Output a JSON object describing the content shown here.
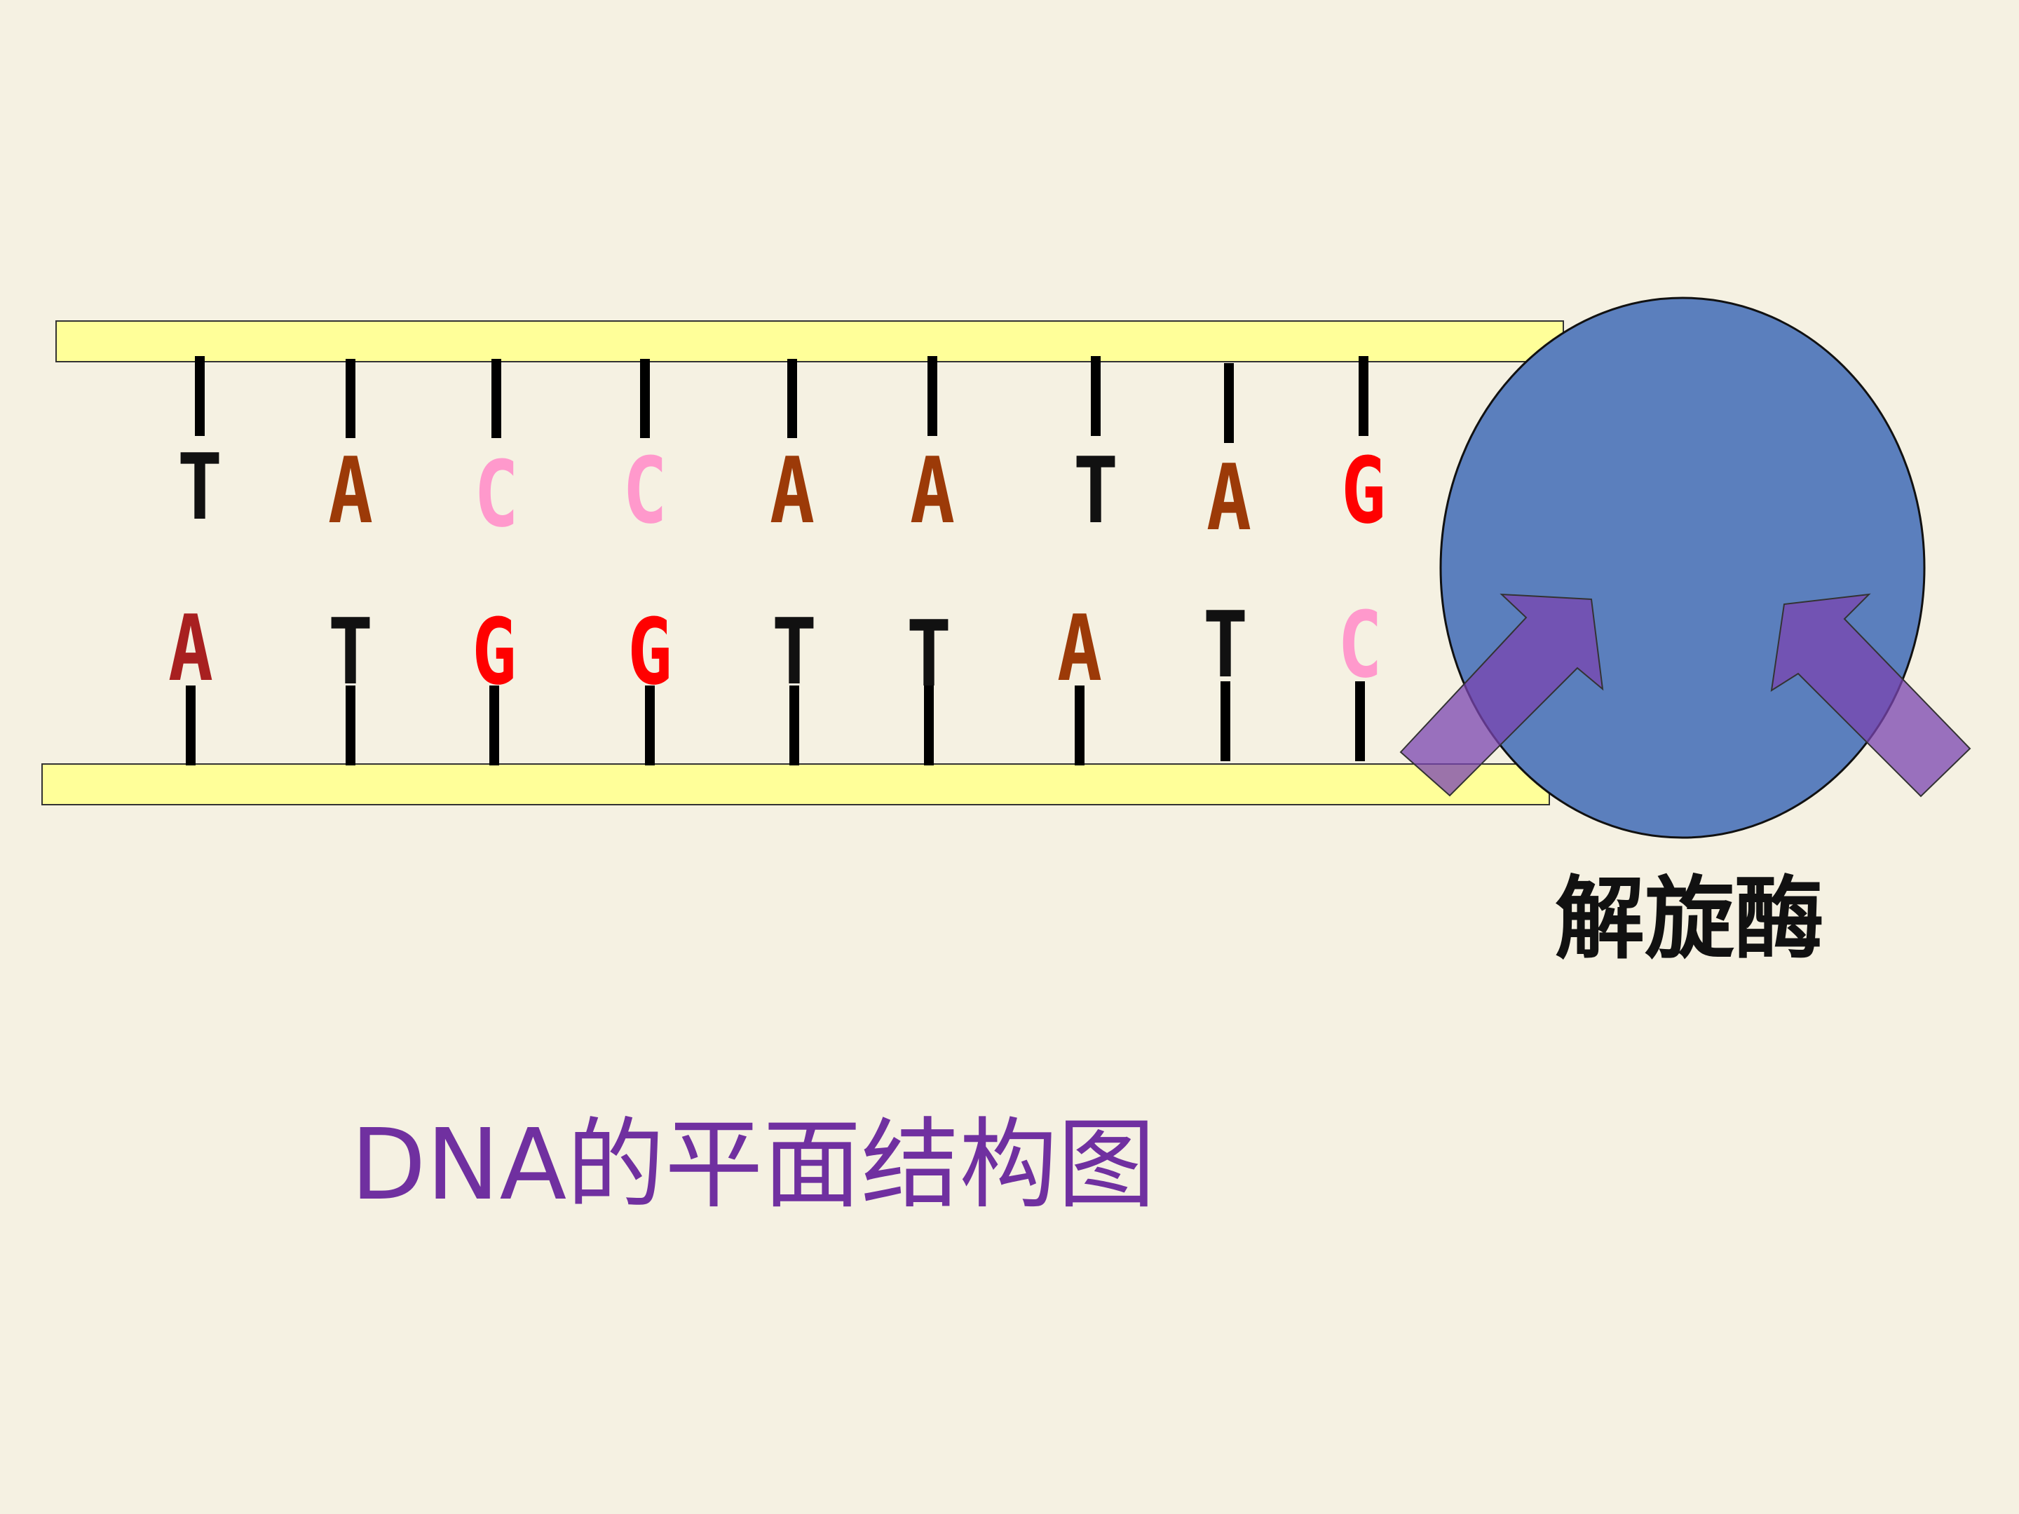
{
  "diagram": {
    "title": "DNA的平面结构图",
    "enzyme_label": "解旋酶",
    "top_strand": [
      "T",
      "A",
      "C",
      "C",
      "A",
      "A",
      "T",
      "A",
      "G"
    ],
    "bottom_strand": [
      "A",
      "T",
      "G",
      "G",
      "T",
      "T",
      "A",
      "T",
      "C"
    ],
    "colors": {
      "background": "#f5f1e2",
      "backbone": "#ffff99",
      "enzyme": "#5b7fbd",
      "arrow": "#7a44b0",
      "title": "#7030a0",
      "label": "#111111",
      "bond": "#000000",
      "base_T": "#111111",
      "base_A_top": "#9c3a08",
      "base_A_bottom": "#a82020",
      "base_A_bottom_alt": "#9c3a08",
      "base_C": "#ff99cc",
      "base_G": "#ff0000"
    }
  }
}
